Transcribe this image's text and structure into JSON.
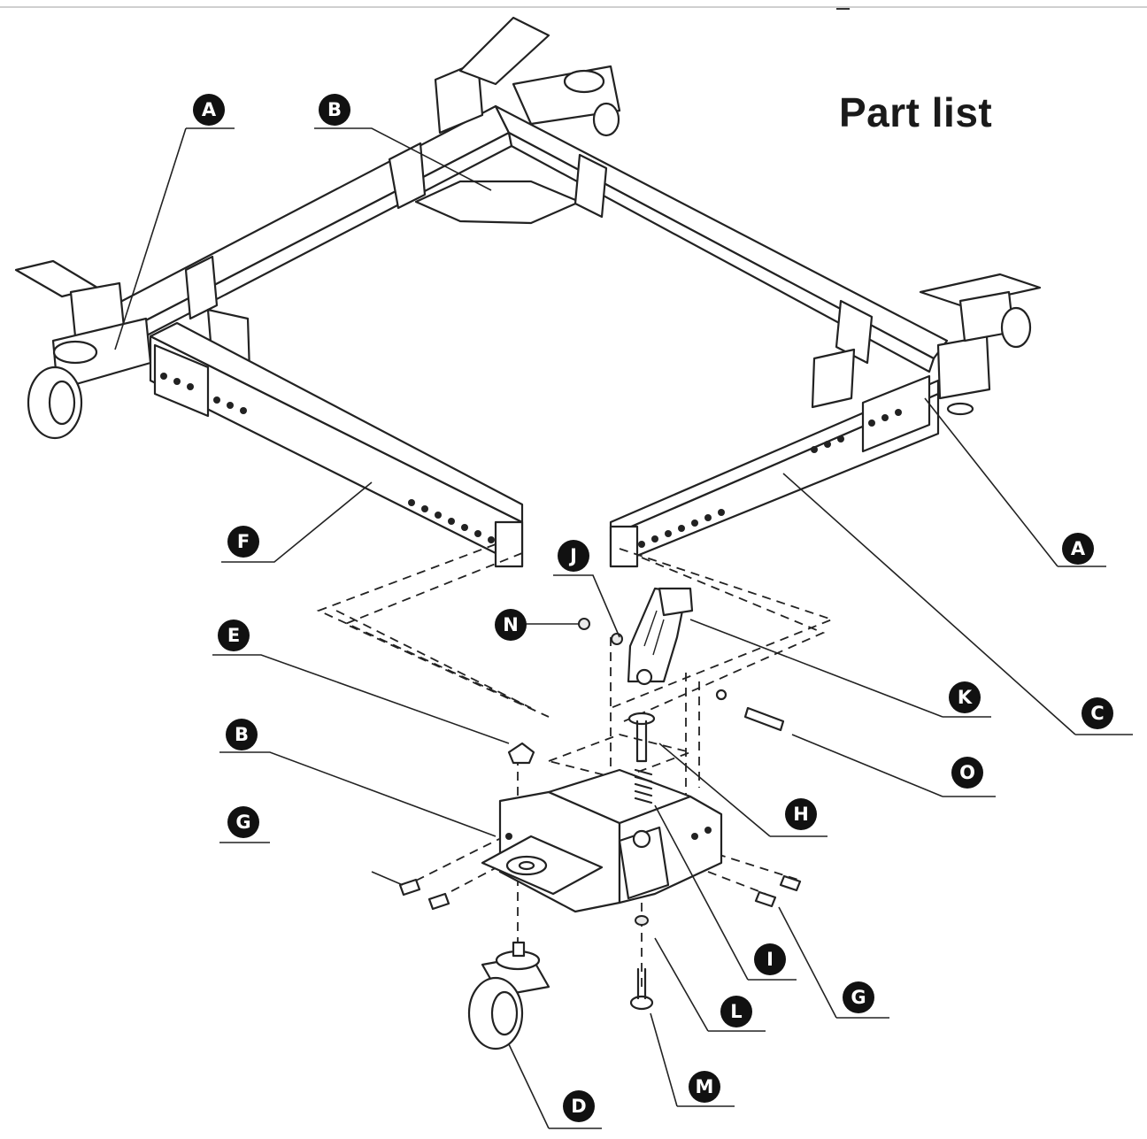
{
  "title": "Part list",
  "callouts": [
    {
      "id": "A_left",
      "letter": "A"
    },
    {
      "id": "B_top",
      "letter": "B"
    },
    {
      "id": "A_right",
      "letter": "A"
    },
    {
      "id": "F",
      "letter": "F"
    },
    {
      "id": "J",
      "letter": "J"
    },
    {
      "id": "N",
      "letter": "N"
    },
    {
      "id": "E",
      "letter": "E"
    },
    {
      "id": "K",
      "letter": "K"
    },
    {
      "id": "C",
      "letter": "C"
    },
    {
      "id": "B_bottom",
      "letter": "B"
    },
    {
      "id": "O",
      "letter": "O"
    },
    {
      "id": "G_left",
      "letter": "G"
    },
    {
      "id": "H",
      "letter": "H"
    },
    {
      "id": "I",
      "letter": "I"
    },
    {
      "id": "G_right",
      "letter": "G"
    },
    {
      "id": "L",
      "letter": "L"
    },
    {
      "id": "D",
      "letter": "D"
    },
    {
      "id": "M",
      "letter": "M"
    }
  ]
}
